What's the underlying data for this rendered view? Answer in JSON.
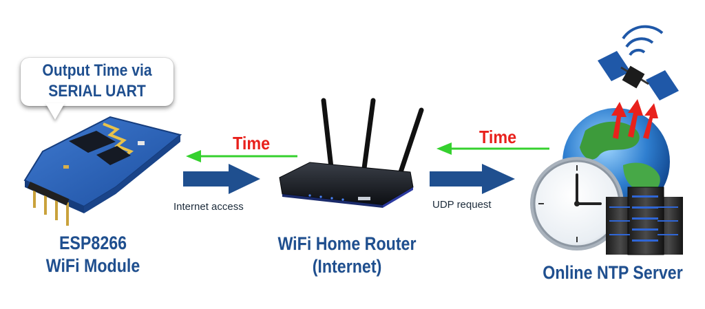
{
  "bubble": {
    "line1": "Output Time via",
    "line2": "SERIAL UART"
  },
  "module": {
    "line1": "ESP8266",
    "line2": "WiFi Module"
  },
  "router": {
    "line1": "WiFi Home Router",
    "line2": "(Internet)"
  },
  "server": {
    "label": "Online NTP Server"
  },
  "links": {
    "internet_access": "Internet access",
    "udp_request": "UDP request",
    "time_left": "Time",
    "time_right": "Time"
  },
  "colors": {
    "caption_blue": "#1f4f8f",
    "arrow_blue": "#1f4f8f",
    "arrow_green": "#35d12e",
    "time_red": "#e8211c",
    "uplink_red": "#e8211c"
  },
  "icons": [
    "esp8266-board-icon",
    "router-icon",
    "satellite-icon",
    "globe-icon",
    "clock-icon",
    "server-rack-icon"
  ]
}
